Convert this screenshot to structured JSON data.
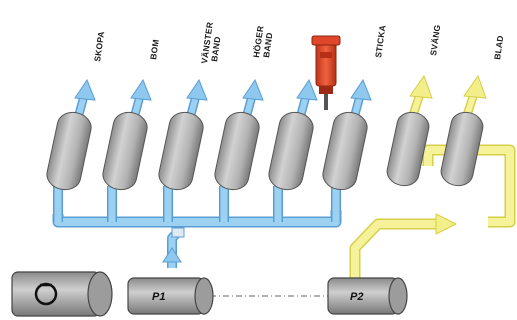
{
  "labels": {
    "skopa": "SKOPA",
    "bom": "BOM",
    "vanster_band_1": "VÄNSTER",
    "vanster_band_2": "BAND",
    "hoger_band_1": "HÖGER",
    "hoger_band_2": "BAND",
    "sticka": "STICKA",
    "svang": "SVÄNG",
    "blad": "BLAD"
  },
  "pumps": {
    "p1": "P1",
    "p2": "P2"
  },
  "colors": {
    "circuit_p1": "#8ec8ef",
    "circuit_p1_outline": "#5a9fd4",
    "circuit_p2": "#f2ef8a",
    "circuit_p2_outline": "#d6cf4a",
    "valve_fill": "#b5b5b5",
    "valve_dark": "#7c7c7c",
    "breaker": "#e2452a"
  },
  "icons": {
    "engine": "engine-icon",
    "breaker": "hydraulic-breaker-icon"
  }
}
